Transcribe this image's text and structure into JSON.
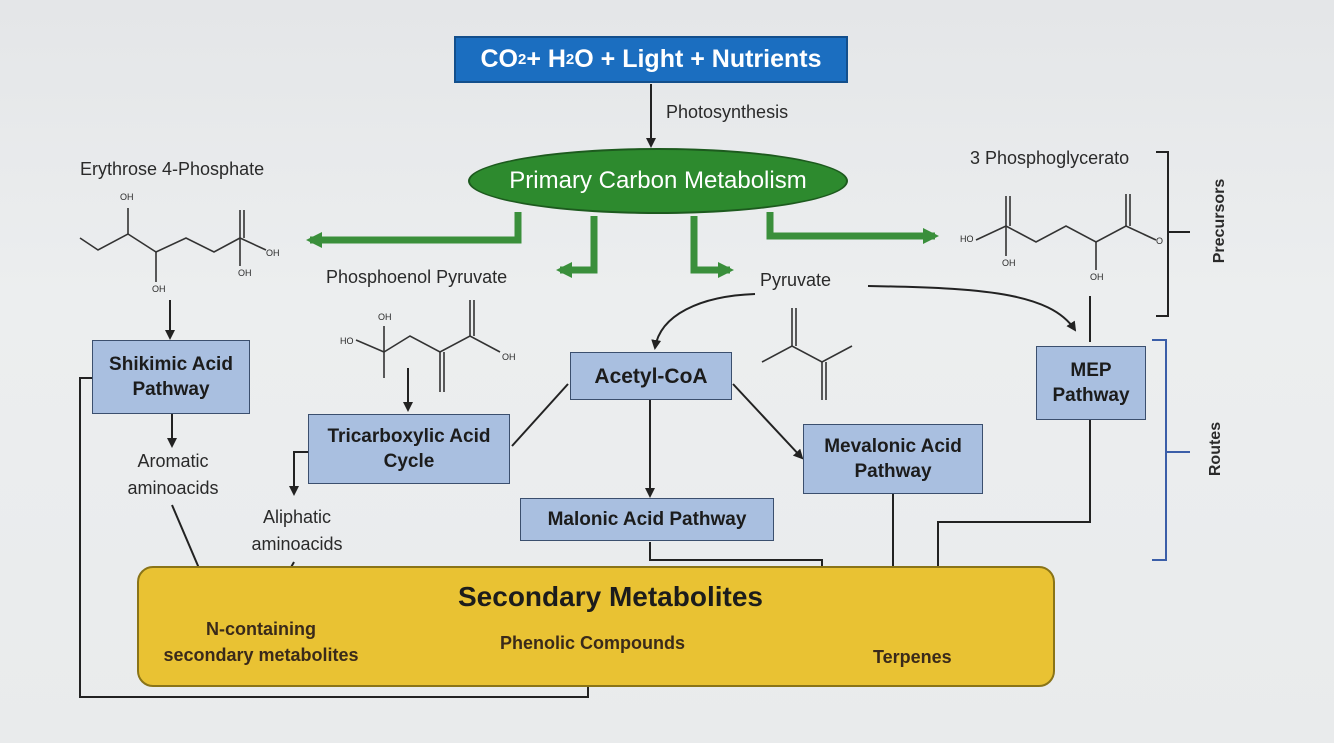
{
  "source": {
    "label": "CO2 + H2O + Light + Nutrients",
    "co": "CO",
    "sub2a": "2",
    "plus_h": " + H",
    "sub2b": "2",
    "rest": "O + Light + Nutrients"
  },
  "photosynthesis": "Photosynthesis",
  "primary_metabolism": "Primary Carbon Metabolism",
  "precursors": {
    "erythrose": "Erythrose 4-Phosphate",
    "pep": "Phosphoenol Pyruvate",
    "pyruvate": "Pyruvate",
    "phosphoglycerate": "3 Phosphoglycerato"
  },
  "side_labels": {
    "precursors": "Precursors",
    "routes": "Routes"
  },
  "pathways": {
    "shikimic": "Shikimic Acid\nPathway",
    "tca": "Tricarboxylic Acid\nCycle",
    "acetyl": "Acetyl-CoA",
    "mevalonic": "Mevalonic Acid\nPathway",
    "mep": "MEP\nPathway",
    "malonic": "Malonic Acid Pathway"
  },
  "intermediates": {
    "aromatic": "Aromatic\naminoacids",
    "aliphatic": "Aliphatic\naminoacids"
  },
  "secondary": {
    "title": "Secondary Metabolites",
    "n_containing": "N-containing\nsecondary metabolites",
    "phenolic": "Phenolic Compounds",
    "terpenes": "Terpenes"
  },
  "molecule_atoms": {
    "oh": "OH",
    "ho": "HO",
    "o": "O"
  },
  "colors": {
    "source_bg": "#1b6ec0",
    "primary_bg": "#2d8a2e",
    "arrow_green": "#3a8f3b",
    "pathway_bg": "#a9bfe0",
    "secondary_bg": "#e9c233",
    "bracket_blue": "#3b5ea8"
  }
}
